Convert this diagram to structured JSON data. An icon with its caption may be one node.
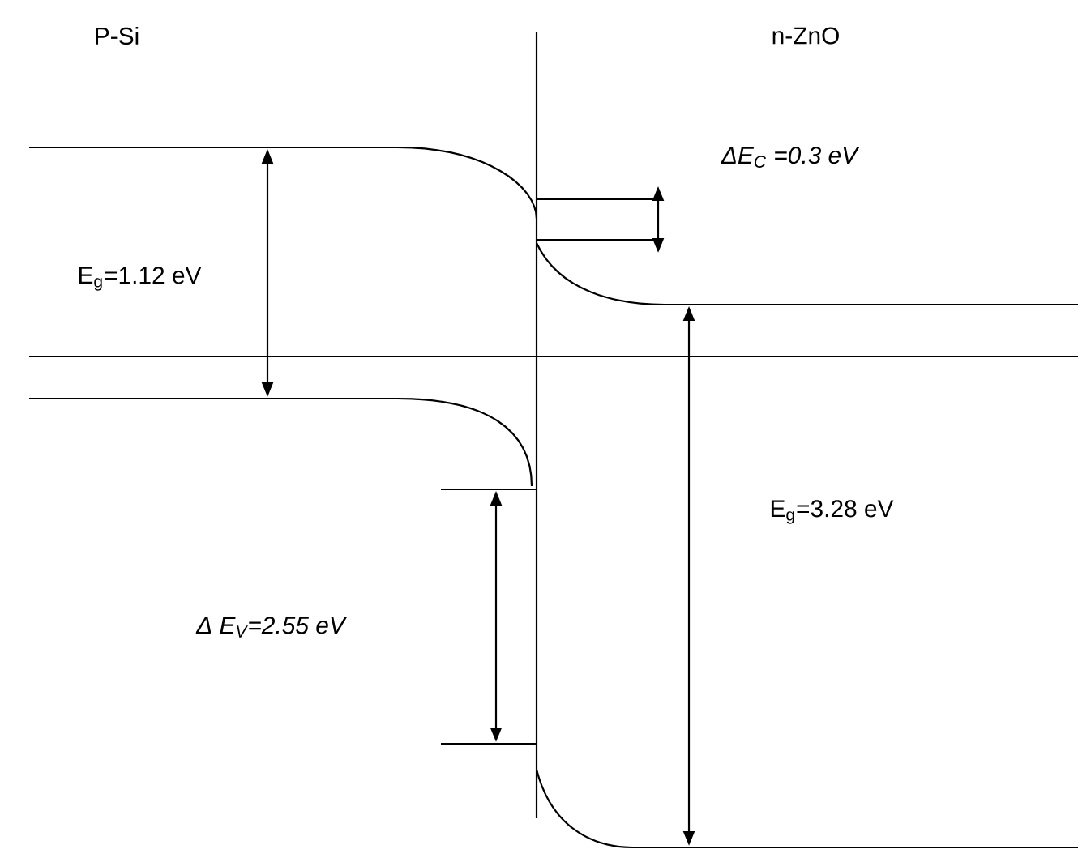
{
  "diagram": {
    "labels": [
      "P-Si",
      "n-ZnO",
      "ΔE$_{C}$ =0.3 eV",
      "E$_{g}$=1.12 eV",
      "E$_{g}$=3.28 eV",
      "Δ E$_{V}$=2.55 eV"
    ]
  }
}
